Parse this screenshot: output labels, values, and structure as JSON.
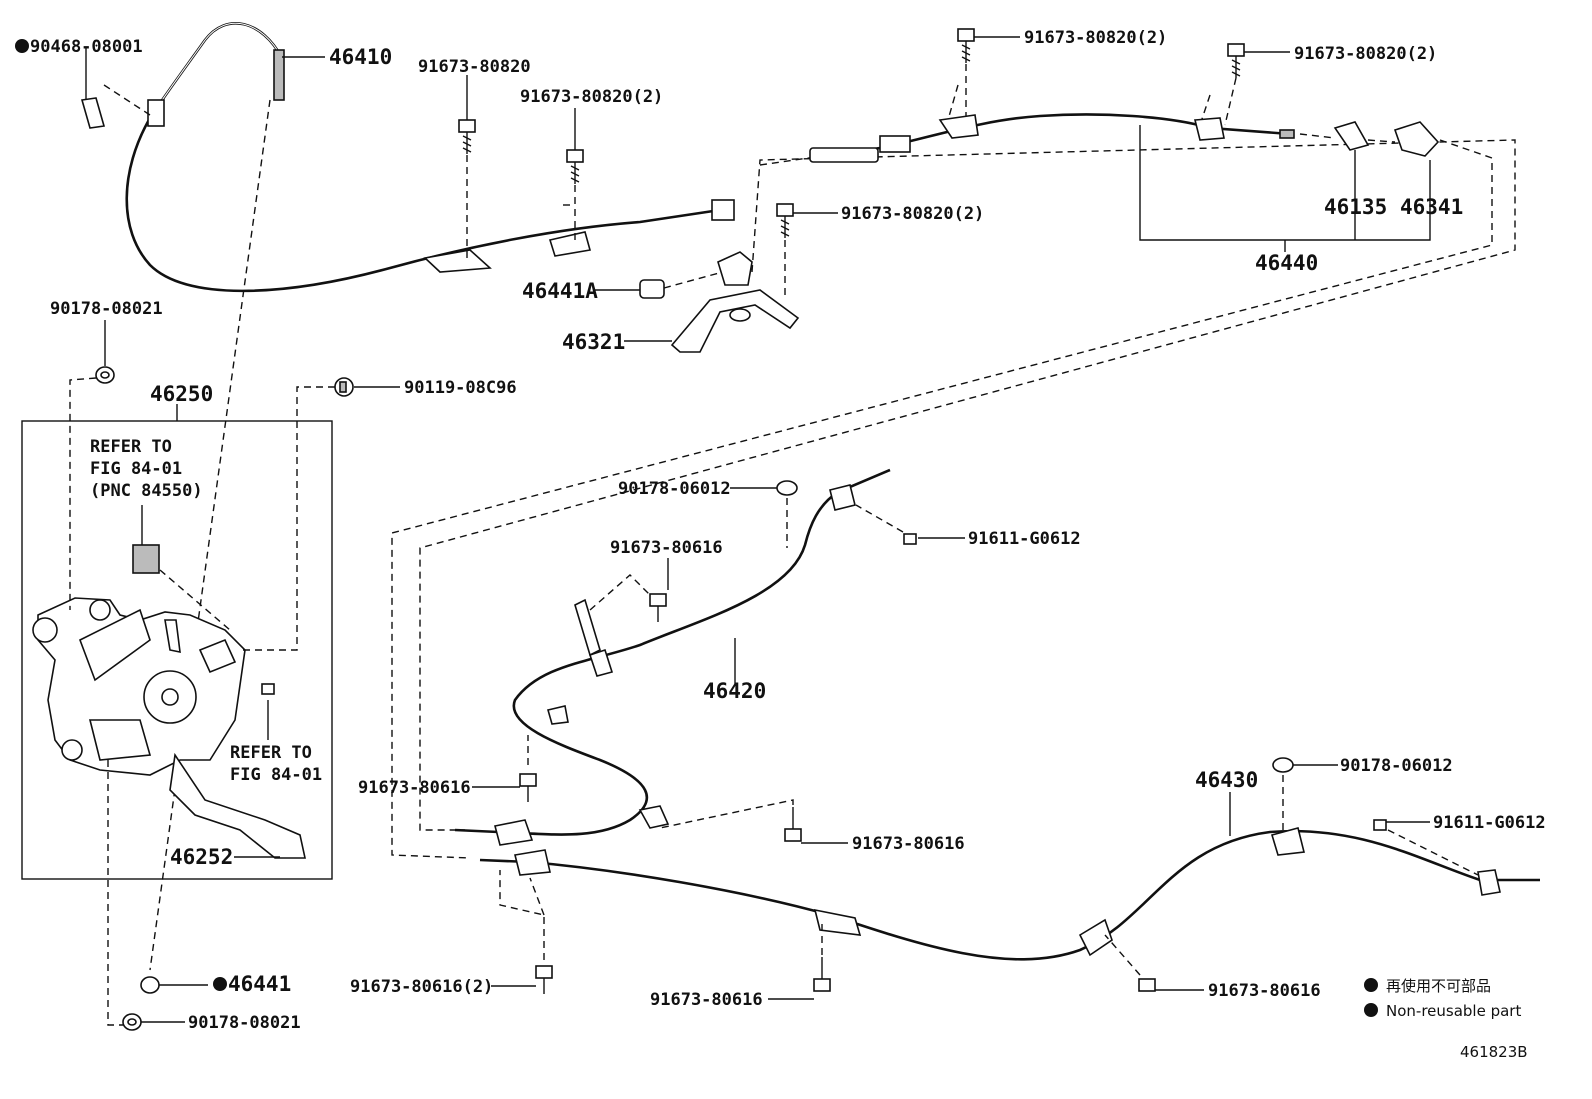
{
  "labels": {
    "p90468_08001": "90468-08001",
    "p46410": "46410",
    "p91673_80820_a": "91673-80820",
    "p91673_80820_b": "91673-80820(2)",
    "p91673_80820_c": "91673-80820(2)",
    "p91673_80820_d": "91673-80820(2)",
    "p91673_80820_e": "91673-80820(2)",
    "p46441A": "46441A",
    "p46321": "46321",
    "p46135": "46135",
    "p46341": "46341",
    "p46440": "46440",
    "p90178_08021_a": "90178-08021",
    "p46250": "46250",
    "p90119_08C96": "90119-08C96",
    "refer1_l1": "REFER TO",
    "refer1_l2": "FIG 84-01",
    "refer1_l3": "(PNC 84550)",
    "refer2_l1": "REFER TO",
    "refer2_l2": "FIG 84-01",
    "p46252": "46252",
    "p90178_06012_a": "90178-06012",
    "p91611_G0612_a": "91611-G0612",
    "p91673_80616_a": "91673-80616",
    "p46420": "46420",
    "p91673_80616_b": "91673-80616",
    "p91673_80616_c": "91673-80616",
    "p46430": "46430",
    "p90178_06012_b": "90178-06012",
    "p91611_G0612_b": "91611-G0612",
    "p46441": "46441",
    "p90178_08021_b": "90178-08021",
    "p91673_80616_2": "91673-80616(2)",
    "p91673_80616_d": "91673-80616",
    "p91673_80616_e": "91673-80616"
  },
  "legend": {
    "jp": "再使用不可部品",
    "en": "Non-reusable part"
  },
  "figure_id": "461823B",
  "colors": {
    "ink": "#111111",
    "background": "#ffffff"
  }
}
